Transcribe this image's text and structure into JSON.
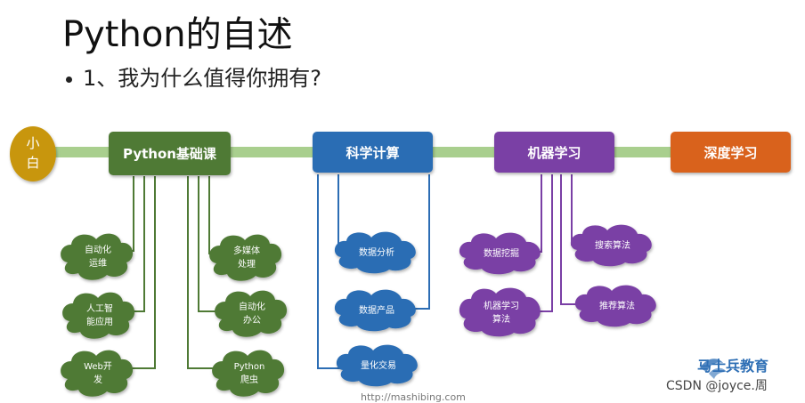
{
  "title": "Python的自述",
  "bullet": "1、我为什么值得你拥有?",
  "start_node": {
    "line1": "小",
    "line2": "白",
    "color": "#c8960c"
  },
  "stages": [
    {
      "label": "Python基础课",
      "color": "#4f7a35"
    },
    {
      "label": "科学计算",
      "color": "#2c6db4"
    },
    {
      "label": "机器学习",
      "color": "#7a3fa5"
    },
    {
      "label": "深度学习",
      "color": "#d9621b"
    }
  ],
  "clouds": {
    "basics": [
      {
        "line1": "自动化",
        "line2": "运维"
      },
      {
        "line1": "人工智",
        "line2": "能应用"
      },
      {
        "line1": "Web开",
        "line2": "发"
      },
      {
        "line1": "多媒体",
        "line2": "处理"
      },
      {
        "line1": "自动化",
        "line2": "办公"
      },
      {
        "line1": "Python",
        "line2": "爬虫"
      }
    ],
    "science": [
      {
        "line1": "数据分析"
      },
      {
        "line1": "数据产品"
      },
      {
        "line1": "量化交易"
      }
    ],
    "ml": [
      {
        "line1": "数据挖掘"
      },
      {
        "line1": "机器学习",
        "line2": "算法"
      },
      {
        "line1": "搜索算法"
      },
      {
        "line1": "推荐算法"
      }
    ]
  },
  "footer": {
    "url": "http://mashibing.com",
    "logo": "马士兵教育",
    "watermark": "CSDN @joyce.周"
  }
}
